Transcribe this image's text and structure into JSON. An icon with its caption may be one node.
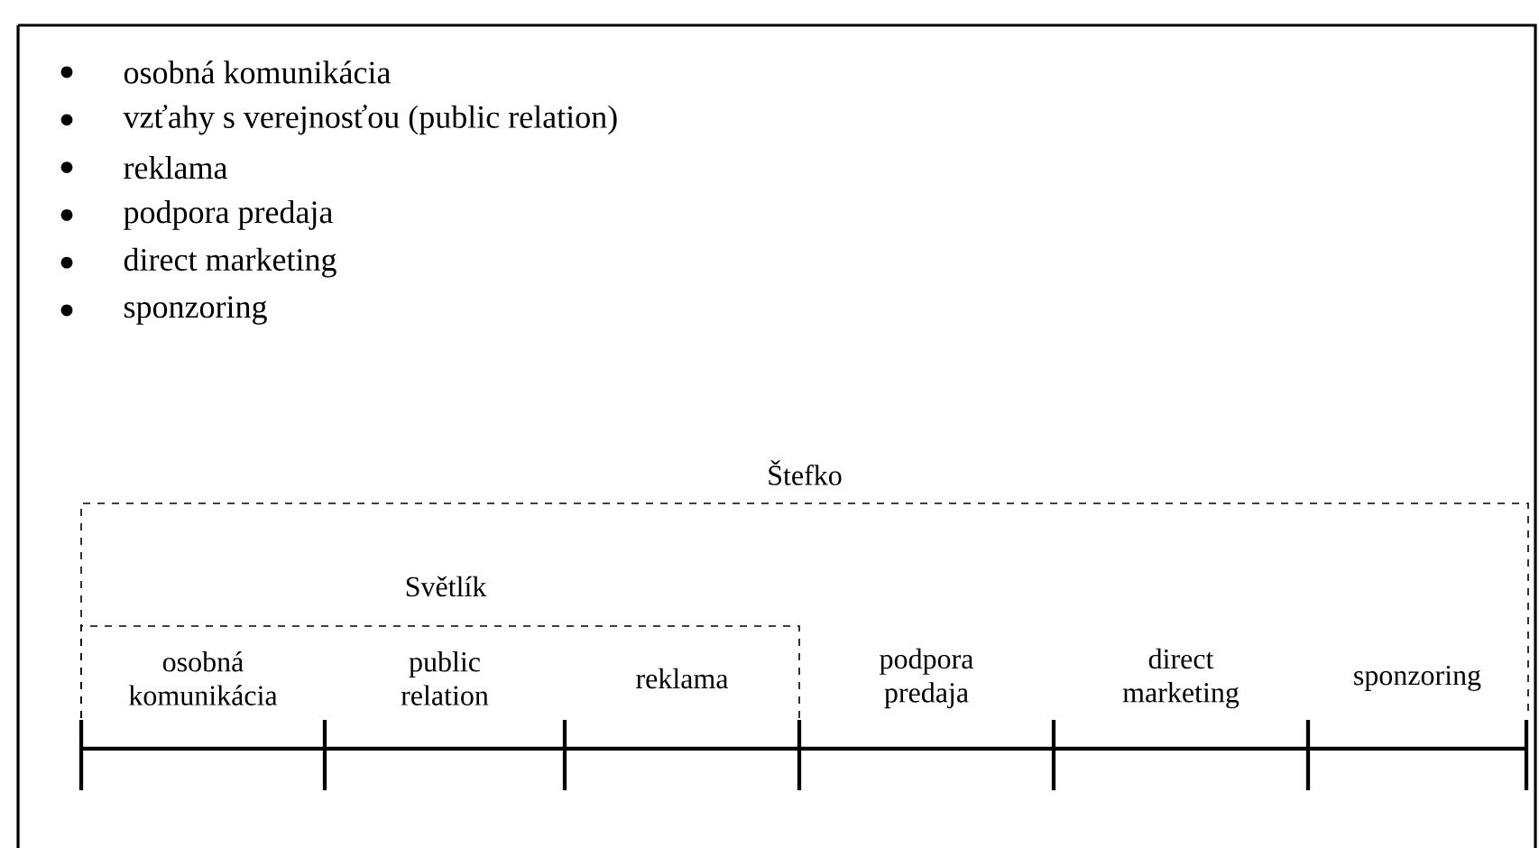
{
  "diagram": {
    "nodes": [
      {
        "text": [
          "Štefko"
        ]
      },
      {
        "text": [
          "Světlík"
        ],
        "in": 0
      },
      {
        "text": [
          "osobná komunikácia"
        ],
        "in": 1
      },
      {
        "text": [
          "public relation"
        ],
        "in": 1
      },
      {
        "text": [
          "reklama"
        ],
        "in": 1
      },
      {
        "text": [
          "podpora predaja"
        ],
        "in": 0
      },
      {
        "text": [
          "direct marketing"
        ],
        "in": 0
      },
      {
        "text": [
          "sponzoring"
        ],
        "in": 0
      }
    ],
    "labels": [
      "osobná komunikácia",
      "vzťahy s verejnosťou (public relation)",
      "reklama",
      "podpora predaja",
      "direct marketing",
      "sponzoring"
    ]
  }
}
